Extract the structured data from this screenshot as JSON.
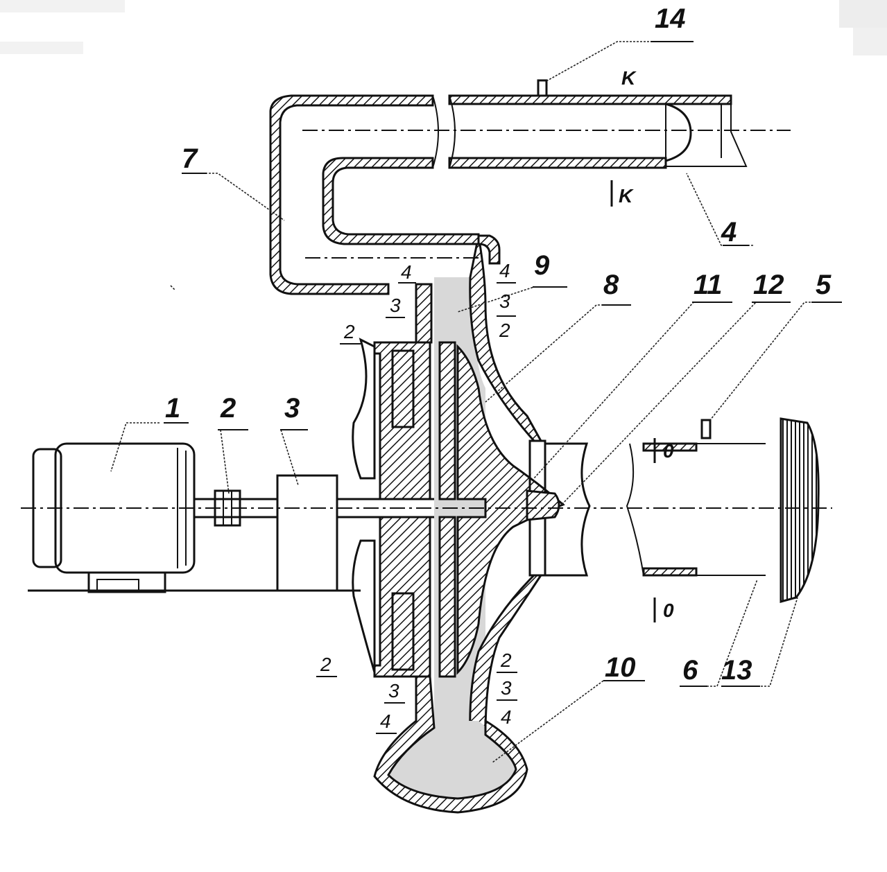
{
  "part_labels": {
    "l1": "1",
    "l2": "2",
    "l3": "3",
    "l4": "4",
    "l5": "5",
    "l6": "6",
    "l7": "7",
    "l8": "8",
    "l9": "9",
    "l10": "10",
    "l11": "11",
    "l12": "12",
    "l13": "13",
    "l14": "14"
  },
  "section_marks": {
    "k_top": "K",
    "k_bottom": "K",
    "o_top": "0",
    "o_bottom": "0"
  },
  "station_numbers": {
    "top_left_4": "4",
    "top_left_3": "3",
    "left_2": "2",
    "top_right_4": "4",
    "top_right_3": "3",
    "top_right_2": "2",
    "bottom_left_2": "2",
    "bottom_left_3": "3",
    "bottom_left_4": "4",
    "bottom_right_2": "2",
    "bottom_right_3": "3",
    "bottom_right_4": "4"
  }
}
